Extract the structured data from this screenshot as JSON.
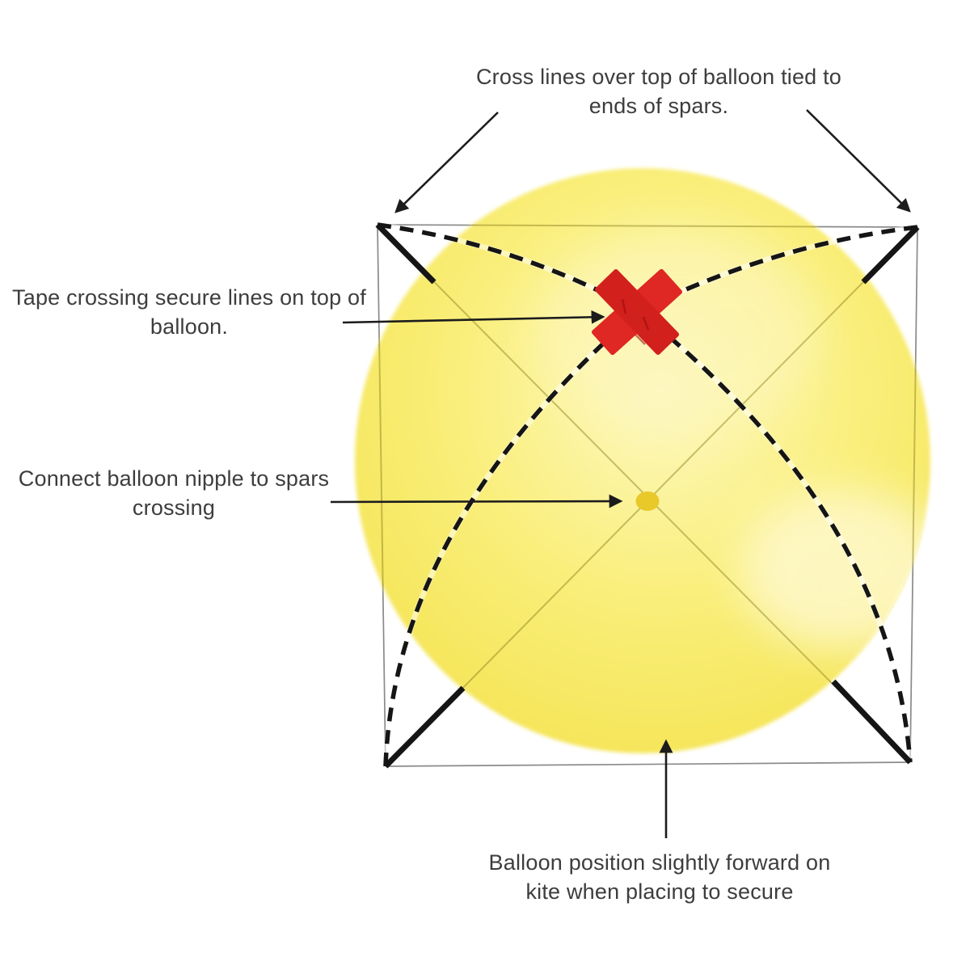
{
  "annotations": {
    "cross_lines": {
      "line1": "Cross lines over top of balloon tied to",
      "line2": "ends of spars."
    },
    "tape": {
      "line1": "Tape crossing secure lines on top of",
      "line2": "balloon."
    },
    "nipple": {
      "line1": "Connect balloon nipple to spars",
      "line2": "crossing"
    },
    "position": {
      "line1": "Balloon position slightly forward on",
      "line2": "kite when placing to secure"
    }
  },
  "colors": {
    "balloon_yellow": "#f6e75a",
    "balloon_highlight": "#fdf8c8",
    "balloon_rim": "#f1dc41",
    "tape_red": "#dc2421",
    "tape_red_dark": "#b81d1a",
    "nipple_dot": "#e9c82a",
    "line_black": "#1a1a1a",
    "frame_gray": "#8a8a8a",
    "text_gray": "#3d3d3d",
    "background": "#ffffff"
  }
}
